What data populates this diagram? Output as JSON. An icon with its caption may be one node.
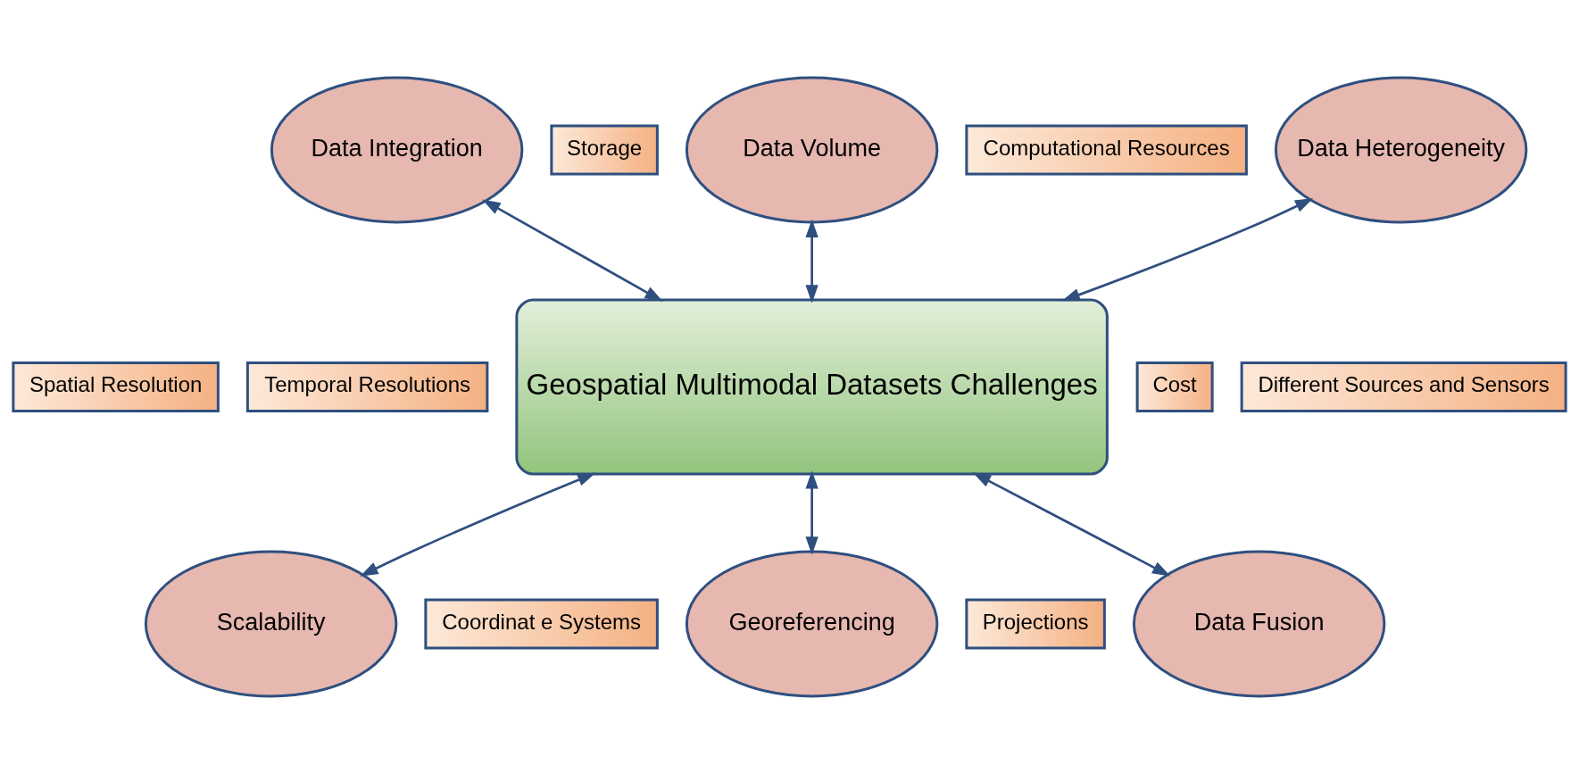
{
  "diagram": {
    "nodes": [
      {
        "text": [
          "Data Integration"
        ]
      },
      {
        "text": [
          "Storage"
        ]
      },
      {
        "text": [
          "Data Volume"
        ]
      },
      {
        "text": [
          "Computational Resources"
        ]
      },
      {
        "text": [
          "Data Heterogeneity"
        ]
      },
      {
        "text": [
          "Spatial Resolution"
        ]
      },
      {
        "text": [
          "Temporal Resolutions"
        ]
      },
      {
        "text": [
          "Geospatial Multimodal Datasets Challenges"
        ]
      },
      {
        "text": [
          "Cost"
        ]
      },
      {
        "text": [
          "Different Sources and Sensors"
        ]
      },
      {
        "text": [
          "Scalability"
        ]
      },
      {
        "text": [
          "Coordinat e Systems"
        ]
      },
      {
        "text": [
          "Georeferencing"
        ]
      },
      {
        "text": [
          "Projections"
        ]
      },
      {
        "text": [
          "Data Fusion"
        ]
      }
    ],
    "edges": [
      {
        "from": 0,
        "to": 7,
        "arrow": "both"
      },
      {
        "from": 2,
        "to": 7,
        "arrow": "both"
      },
      {
        "from": 4,
        "to": 7,
        "arrow": "both"
      },
      {
        "from": 7,
        "to": 10,
        "arrow": "both"
      },
      {
        "from": 7,
        "to": 12,
        "arrow": "both"
      },
      {
        "from": 7,
        "to": 14,
        "arrow": "both"
      }
    ]
  }
}
